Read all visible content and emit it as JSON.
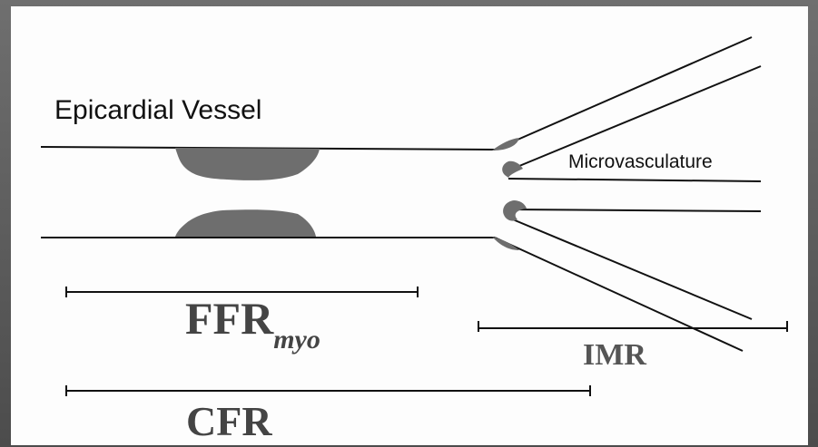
{
  "labels": {
    "epicardial": "Epicardial Vessel",
    "micro": "Microvasculature",
    "ffr_main": "FFR",
    "ffr_sub": "myo",
    "imr": "IMR",
    "cfr": "CFR"
  },
  "colors": {
    "frame": "#5a5a5a",
    "background": "#fdfdfd",
    "line": "#111111",
    "plaque": "#6e6e6e"
  }
}
